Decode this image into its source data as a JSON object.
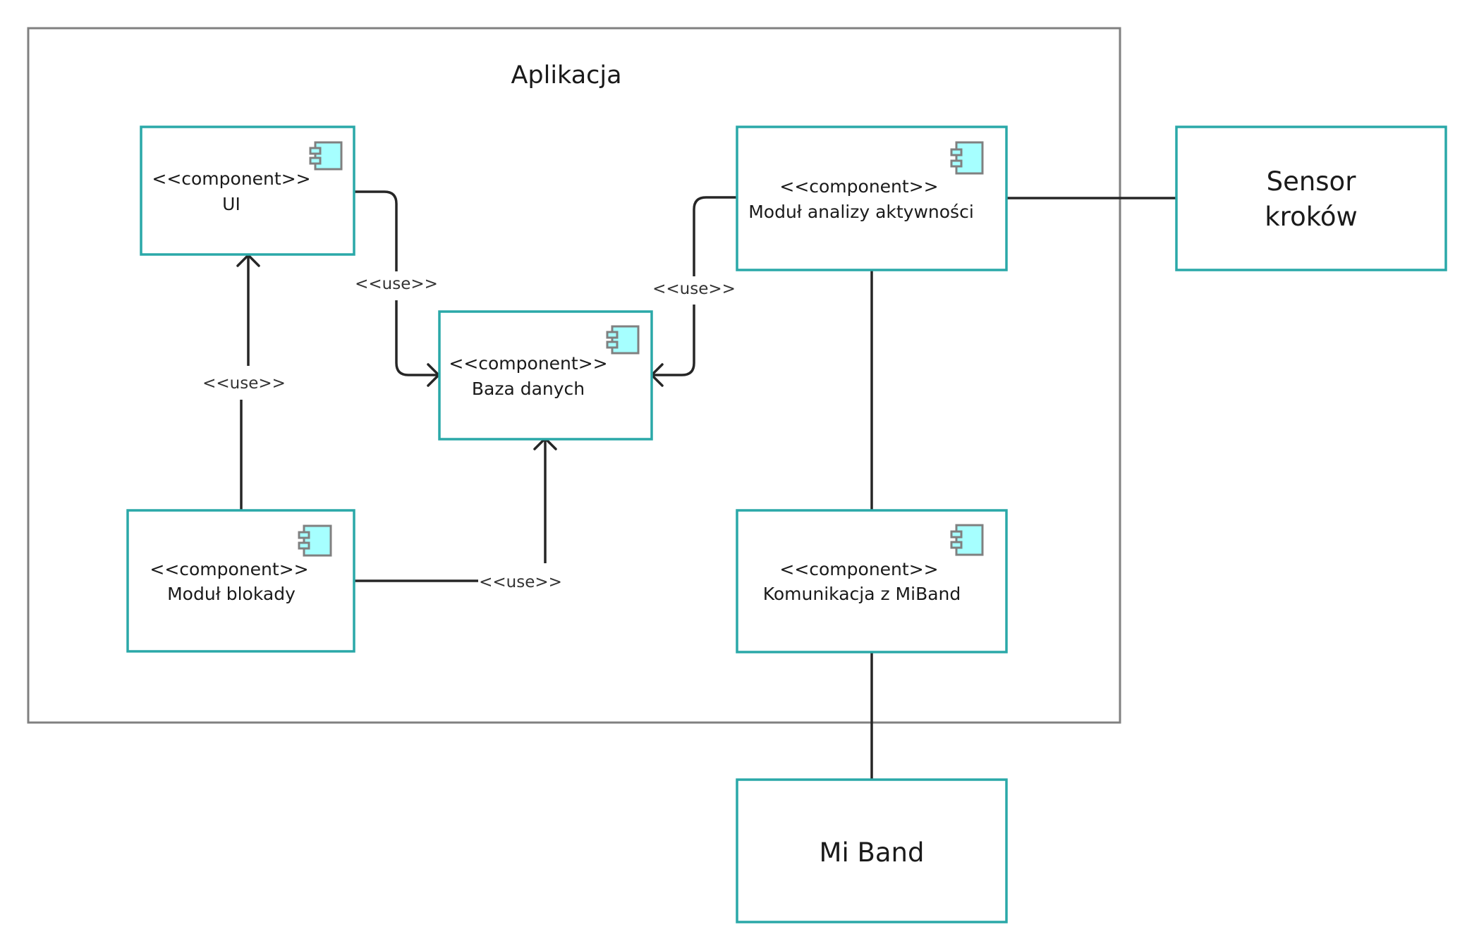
{
  "diagram": {
    "container_title": "Aplikacja",
    "components": {
      "ui": {
        "stereotype": "<<component>>",
        "name": "UI"
      },
      "baza": {
        "stereotype": "<<component>>",
        "name": "Baza danych"
      },
      "analiza": {
        "stereotype": "<<component>>",
        "name": "Moduł analizy aktywności"
      },
      "blokada": {
        "stereotype": "<<component>>",
        "name": "Moduł blokady"
      },
      "komunikacja": {
        "stereotype": "<<component>>",
        "name": "Komunikacja z MiBand"
      }
    },
    "external": {
      "sensor": {
        "line1": "Sensor",
        "line2": "kroków"
      },
      "miband": {
        "name": "Mi Band"
      }
    },
    "relations": {
      "ui_baza": "<<use>>",
      "analiza_baza": "<<use>>",
      "blokada_ui": "<<use>>",
      "blokada_baza": "<<use>>"
    },
    "colors": {
      "component_border": "#2aa8a8",
      "component_icon_fill": "#a6ffff",
      "container_border": "#808080",
      "edge": "#262626"
    }
  }
}
